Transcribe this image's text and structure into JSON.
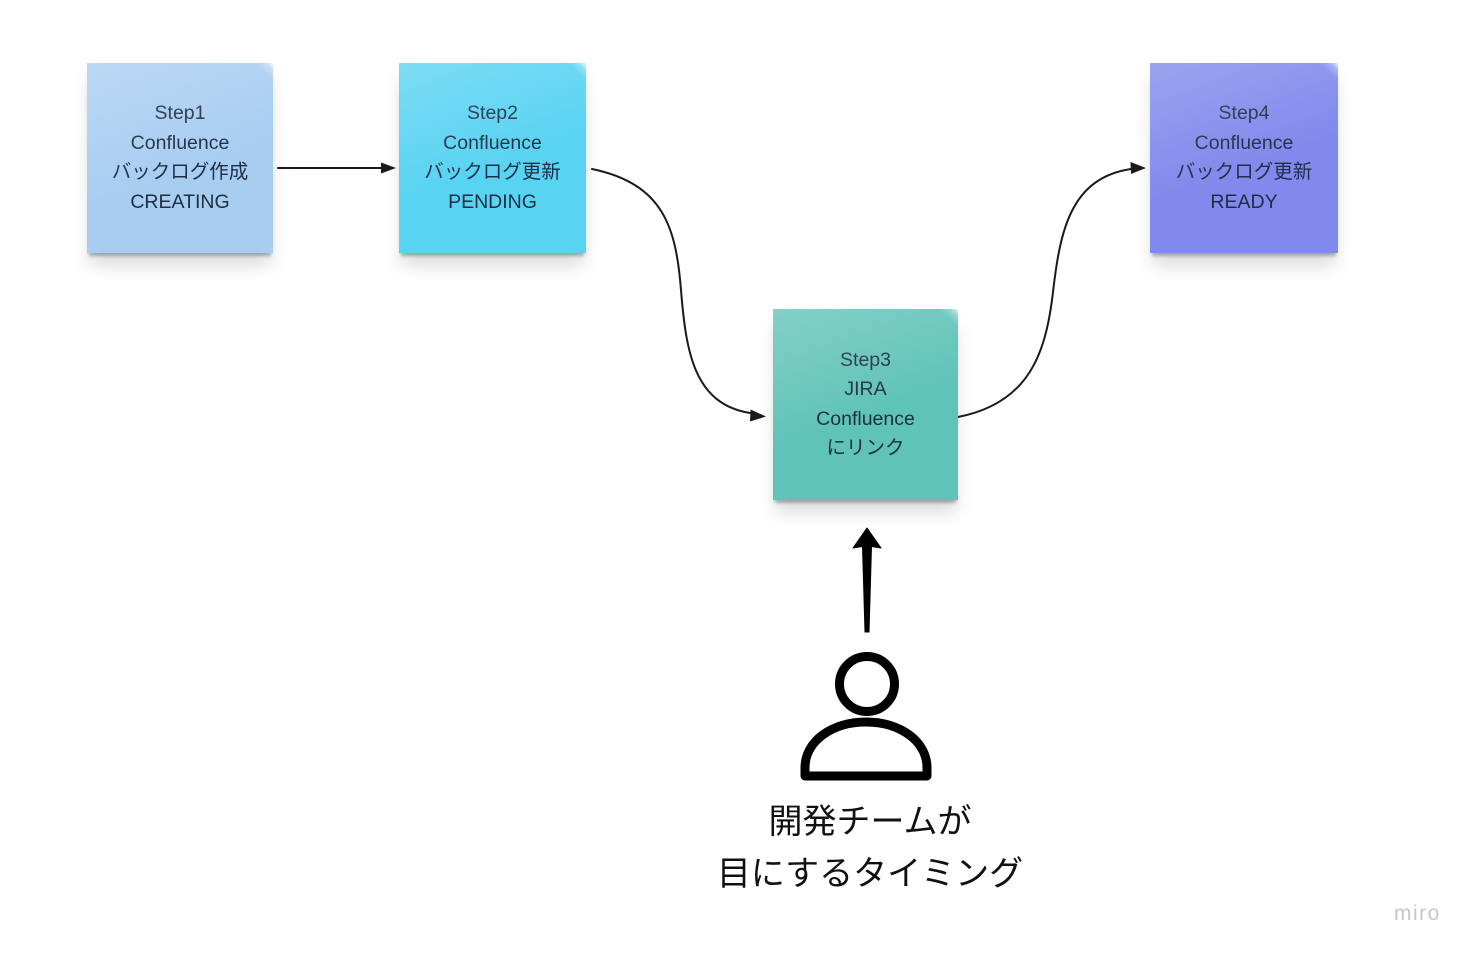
{
  "canvas": {
    "background_color": "#ffffff"
  },
  "notes": [
    {
      "id": "step1",
      "color": "#a9cdf1",
      "lines": [
        "Step1",
        "Confluence",
        "バックログ作成",
        "CREATING"
      ]
    },
    {
      "id": "step2",
      "color": "#58d3f2",
      "lines": [
        "Step2",
        "Confluence",
        "バックログ更新",
        "PENDING"
      ]
    },
    {
      "id": "step3",
      "color": "#60c3b8",
      "lines": [
        "Step3",
        "JIRA",
        "Confluence",
        "にリンク"
      ]
    },
    {
      "id": "step4",
      "color": "#7f8aec",
      "lines": [
        "Step4",
        "Confluence",
        "バックログ更新",
        "READY"
      ]
    }
  ],
  "connectors": {
    "step1_to_step2": "straight-arrow",
    "step2_to_step3": "s-curve-arrow-down",
    "step3_to_step4": "s-curve-arrow-up",
    "person_to_step3": "thick-tapered-arrow-up",
    "stroke_color": "#1a1a1a"
  },
  "person": {
    "icon": "person-icon",
    "color": "#000000"
  },
  "caption": {
    "line1": "開発チームが",
    "line2": "目にするタイミング"
  },
  "watermark": {
    "label": "miro",
    "color": "#c3c6cc"
  },
  "text_color_notes": "#1c2e45"
}
